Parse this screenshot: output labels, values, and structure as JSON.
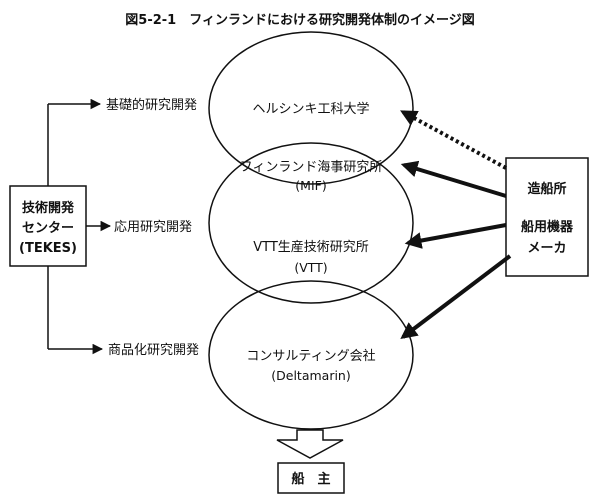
{
  "figure": {
    "title": "図5-2-1　フィンランドにおける研究開発体制のイメージ図"
  },
  "tekes": {
    "lines": [
      "技術開発",
      "センター",
      "(TEKES)"
    ]
  },
  "stages": {
    "basic": "基礎的研究開発",
    "applied": "応用研究開発",
    "commercial": "商品化研究開発"
  },
  "institutions": {
    "helsinki": "ヘルシンキ工科大学",
    "mif_name": "フィンランド海事研究所",
    "mif_abbr": "(MIF)",
    "vtt_name": "VTT生産技術研究所",
    "vtt_abbr": "(VTT)",
    "deltamarin_name": "コンサルティング会社",
    "deltamarin_abbr": "(Deltamarin)"
  },
  "makers": {
    "line1": "造船所",
    "line2": "船用機器",
    "line3": "メーカ"
  },
  "owner": {
    "label": "船　主"
  }
}
